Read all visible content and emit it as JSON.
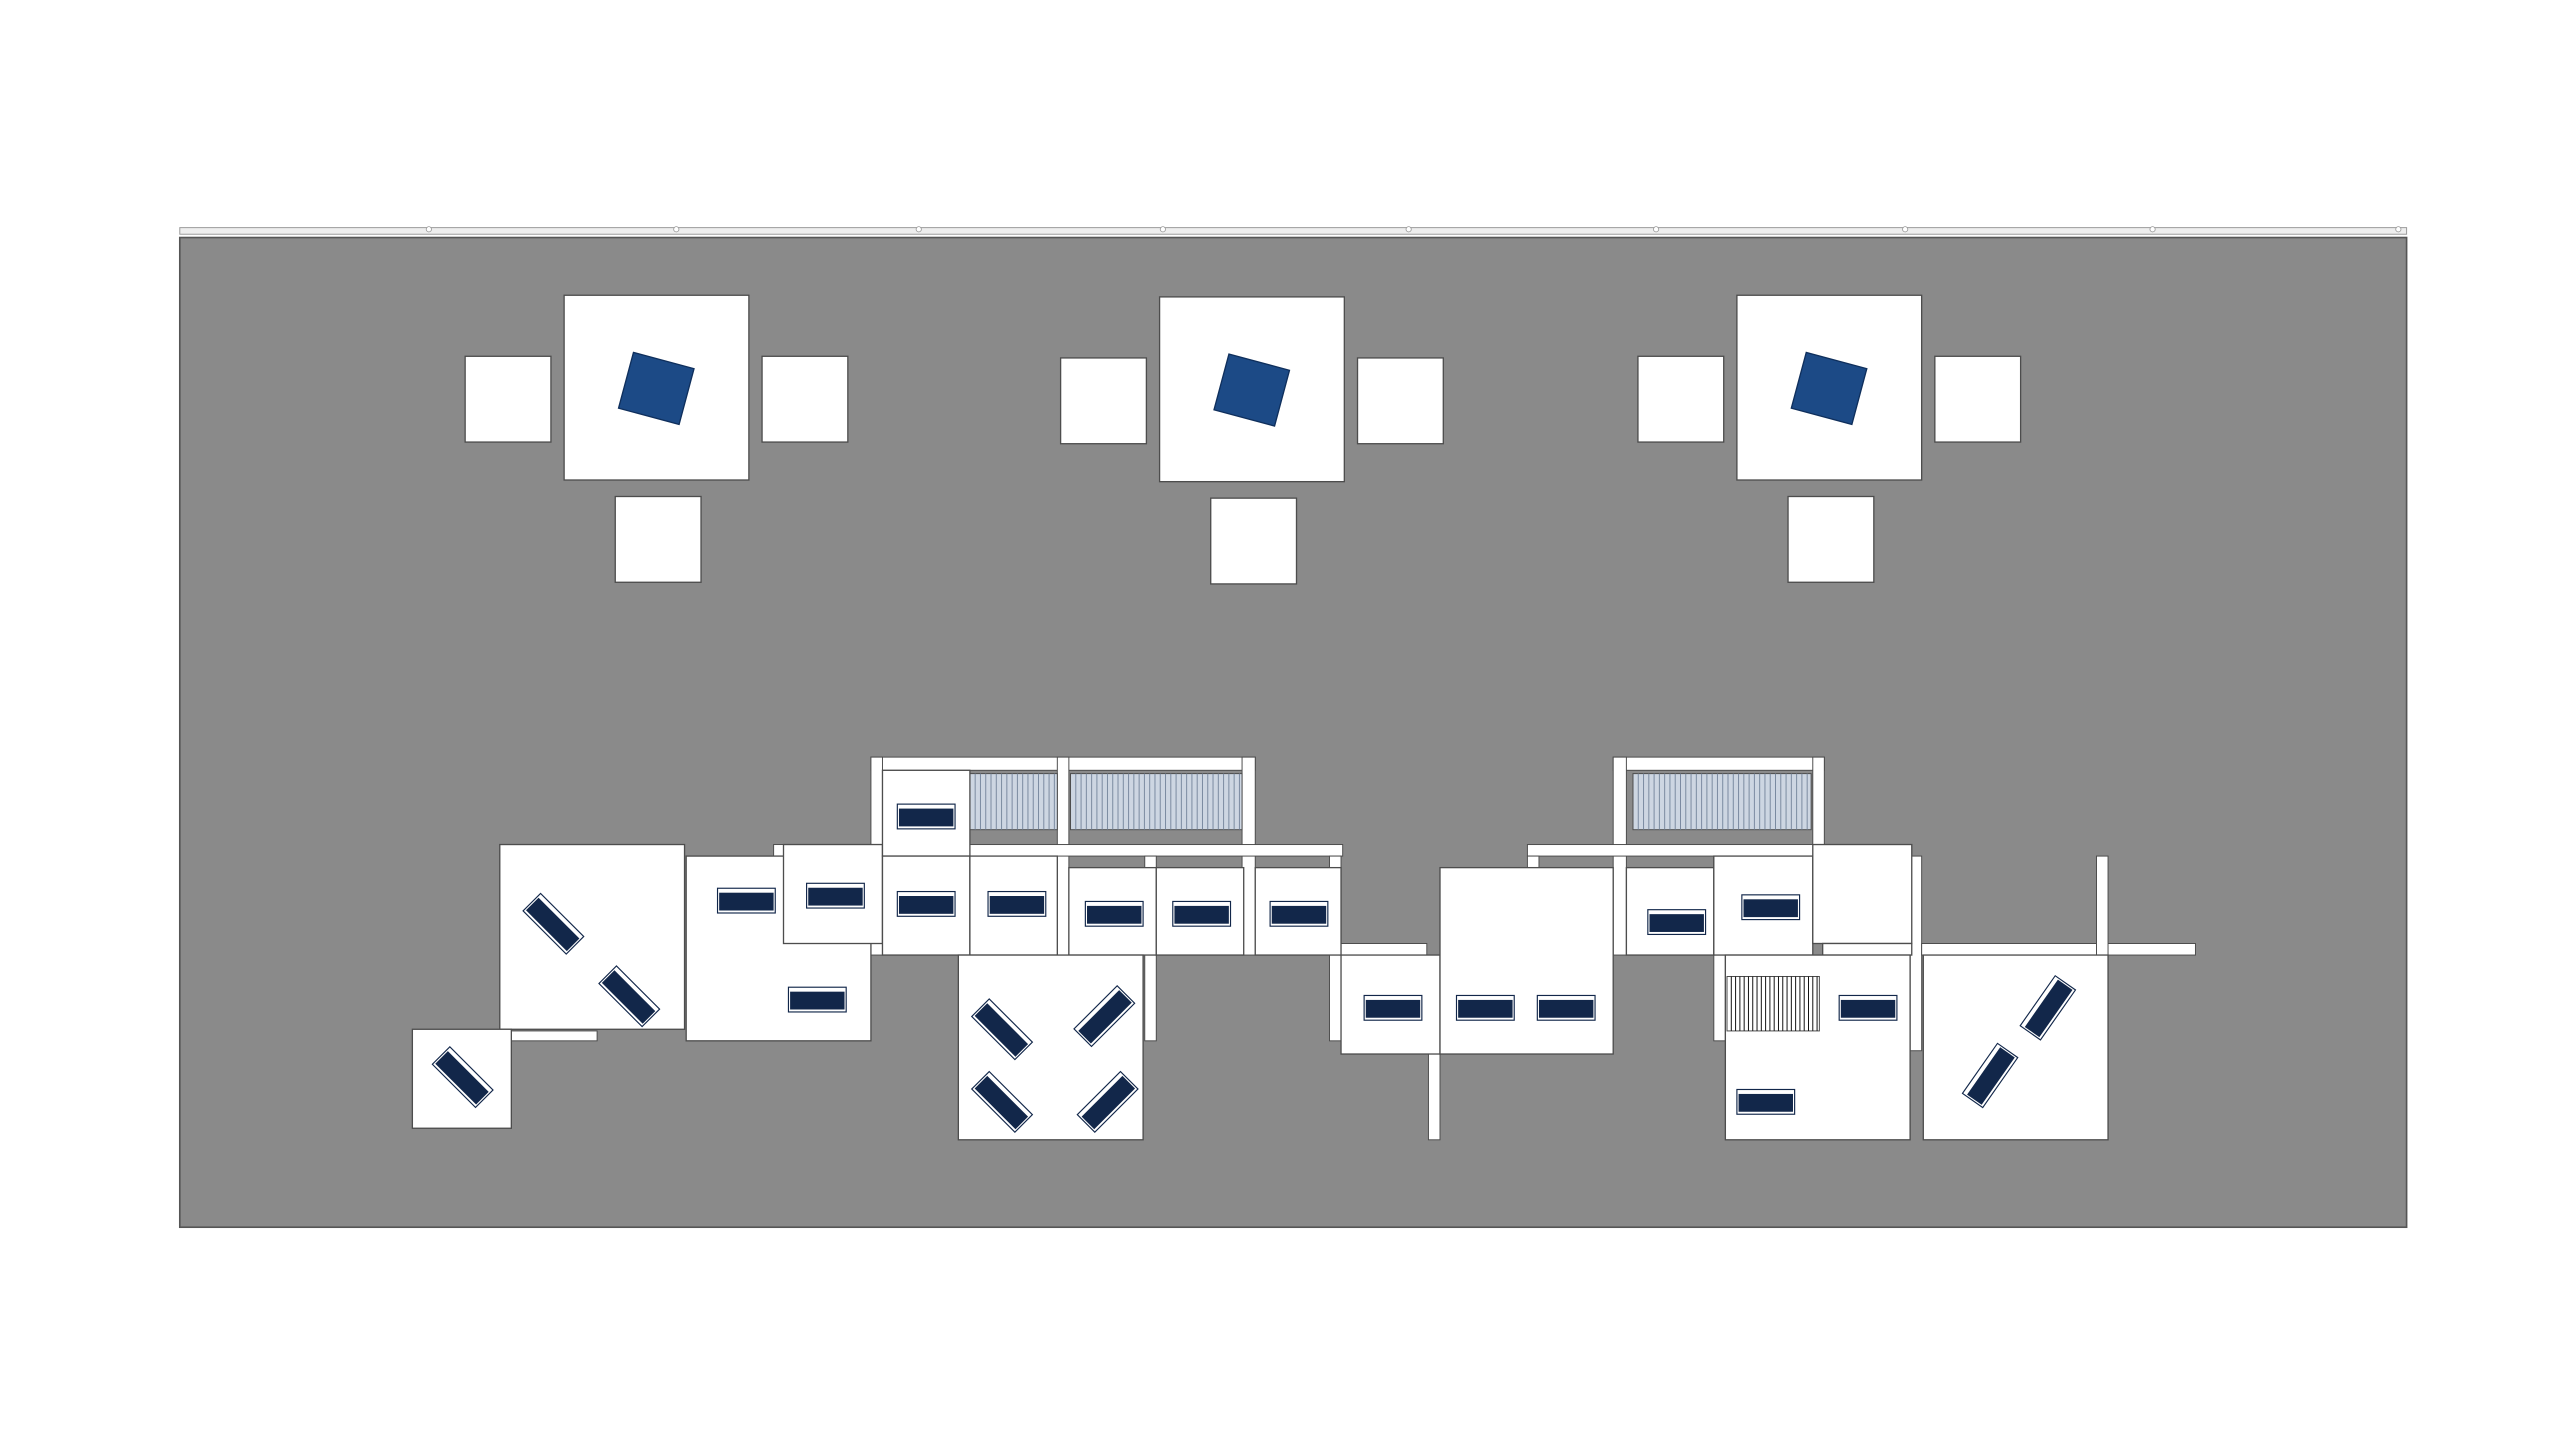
{
  "colors": {
    "background": "#ffffff",
    "floor": "#8a8a8a",
    "floor_outline": "#555555",
    "module": "#ffffff",
    "module_outline": "#4d4d4d",
    "accent_blue": "#1c4a86",
    "desk_navy": "#12274a",
    "rail": "#eeeeee",
    "panel_fill": "#cdd6e2",
    "panel_stripe": "#7a8aa0",
    "grate_stripe": "#111111"
  },
  "icons": {
    "pod_square": "rotated-blue-square",
    "desk": "navy-bar",
    "slatted_panel": "striped-rectangle"
  },
  "layout_summary": {
    "pod_count": 3,
    "floor_shape": "rectangle",
    "text_labels": "none"
  }
}
